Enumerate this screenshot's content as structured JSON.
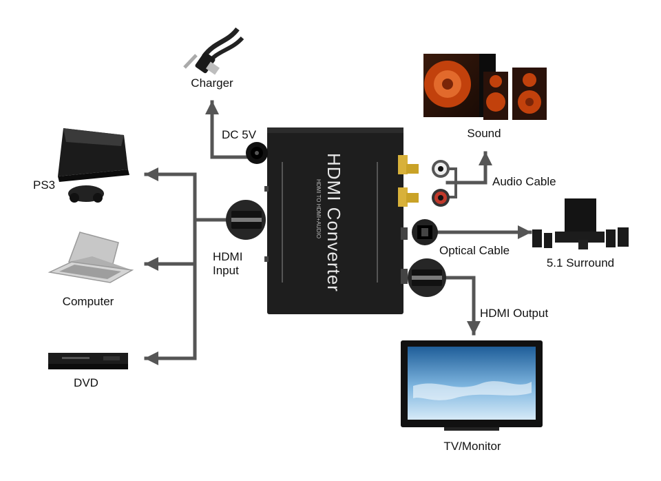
{
  "device": {
    "title": "HDMI Converter",
    "subtitle": "HDMI TO HDMI+AUDIO"
  },
  "labels": {
    "charger": "Charger",
    "dc": "DC 5V",
    "ps3": "PS3",
    "computer": "Computer",
    "dvd": "DVD",
    "hdmi_input_line1": "HDMI",
    "hdmi_input_line2": "Input",
    "sound": "Sound",
    "audio_cable": "Audio Cable",
    "optical_cable": "Optical Cable",
    "surround": "5.1 Surround",
    "hdmi_output": "HDMI Output",
    "tv": "TV/Monitor"
  },
  "colors": {
    "line": "#555555",
    "device": "#1e1e1e",
    "rca_gold": "#c9a227",
    "rca_red": "#c0392b",
    "speaker_orange": "#c2410c",
    "screen_blue": "#2f7fc0"
  }
}
